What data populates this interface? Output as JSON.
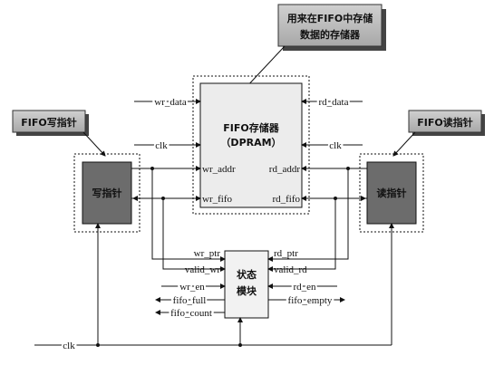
{
  "callouts": {
    "storage": [
      "用来在FIFO中存储",
      "数据的存储器"
    ],
    "write_ptr": "FIFO写指针",
    "read_ptr": "FIFO读指针"
  },
  "blocks": {
    "dpram": [
      "FIFO存储器",
      "（DPRAM）"
    ],
    "write_pointer": "写指针",
    "read_pointer": "读指针",
    "status": [
      "状态",
      "模块"
    ]
  },
  "signals": {
    "wr_data": "wr_data",
    "rd_data": "rd_data",
    "clk_left": "clk",
    "clk_right": "clk",
    "wr_addr": "wr_addr",
    "rd_addr": "rd_addr",
    "wr_fifo": "wr_fifo",
    "rd_fifo": "rd_fifo",
    "wr_ptr": "wr_ptr",
    "rd_ptr": "rd_ptr",
    "valid_wr": "valid_wr",
    "valid_rd": "valid_rd",
    "wr_en": "wr_en",
    "rd_en": "rd_en",
    "fifo_full": "fifo_full",
    "fifo_empty": "fifo_empty",
    "fifo_count": "fifo_count",
    "clk_bottom": "clk"
  }
}
